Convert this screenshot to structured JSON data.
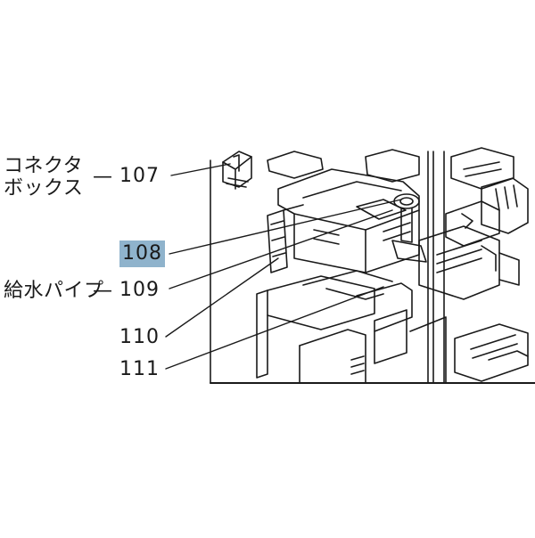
{
  "callouts": [
    {
      "number": "107",
      "name_lines": [
        "コネクタ",
        "ボックス"
      ],
      "dash": "—"
    },
    {
      "number": "108",
      "highlighted": true,
      "highlight_color": "#8fb3cc"
    },
    {
      "number": "109",
      "name_lines": [
        "給水パイプ"
      ],
      "dash": "—"
    },
    {
      "number": "110"
    },
    {
      "number": "111"
    }
  ],
  "colors": {
    "line": "#1a1a1a",
    "background": "#ffffff",
    "highlight": "#8fb3cc"
  }
}
